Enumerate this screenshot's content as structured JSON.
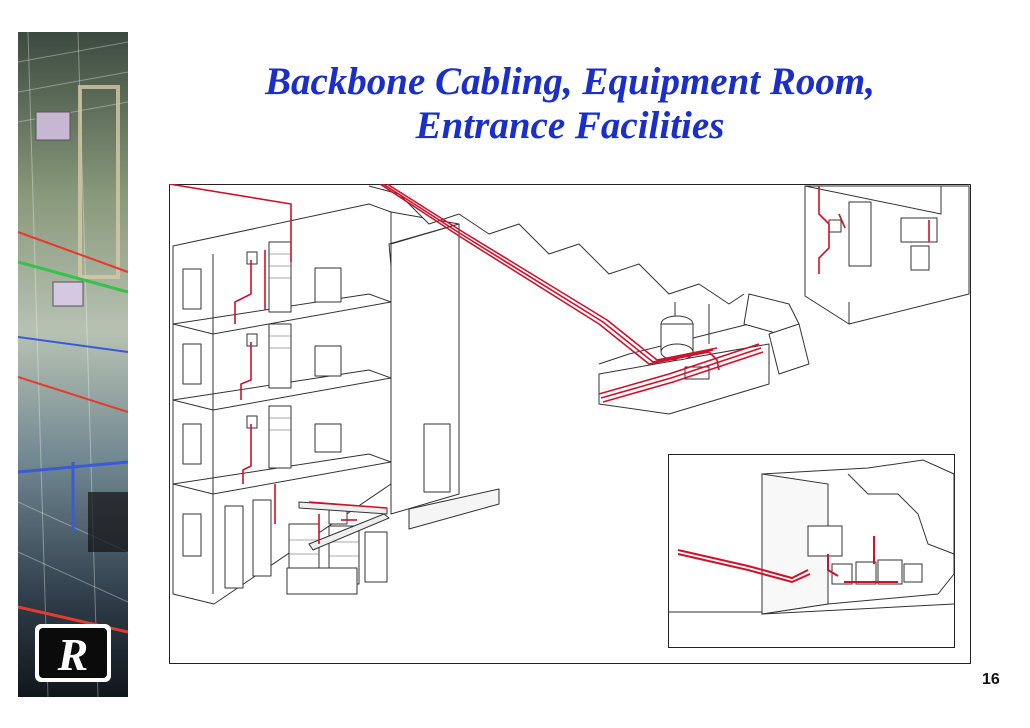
{
  "slide": {
    "title_line1": "Backbone Cabling, Equipment Room,",
    "title_line2": "Entrance Facilities",
    "page_number": "16",
    "logo_text": "R"
  },
  "colors": {
    "title": "#1a2ecc",
    "cable": "#d0112b",
    "line": "#333333"
  },
  "illustration": {
    "main": "building-cutaway-backbone-cabling",
    "inset": "entrance-facility-detail"
  }
}
